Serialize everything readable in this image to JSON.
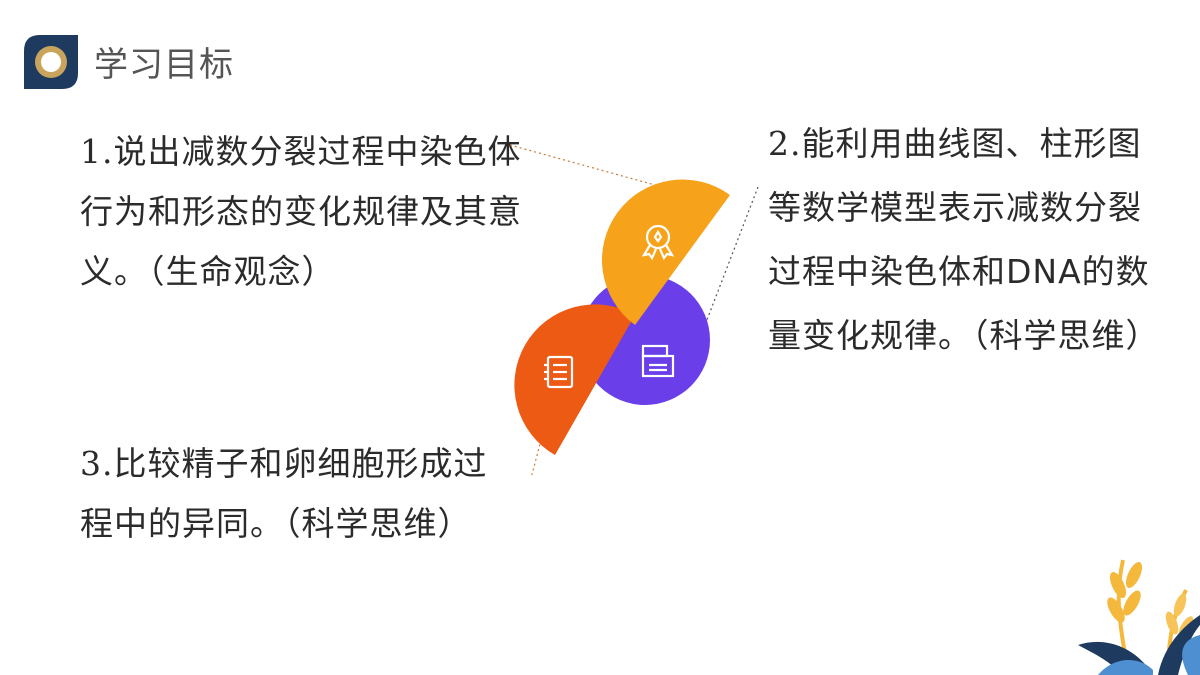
{
  "header": {
    "title": "学习目标"
  },
  "goals": [
    {
      "number": "1.",
      "text": "说出减数分裂过程中染色体行为和形态的变化规律及其意义。（生命观念）"
    },
    {
      "number": "2.",
      "text": "能利用曲线图、柱形图等数学模型表示减数分裂过程中染色体和DNA的数量变化规律。（科学思维）"
    },
    {
      "number": "3.",
      "text": "比较精子和卵细胞形成过程中的异同。（科学思维）"
    }
  ],
  "colors": {
    "navy": "#1f3a5f",
    "gold": "#c9a45c",
    "orange_yellow": "#f6a21a",
    "orange_red": "#ec5a14",
    "purple": "#6a3ee8",
    "connector": "#c77b3a"
  },
  "icons": {
    "top_petal": "award-ribbon-icon",
    "left_petal": "document-list-icon",
    "right_petal": "printer-icon"
  }
}
